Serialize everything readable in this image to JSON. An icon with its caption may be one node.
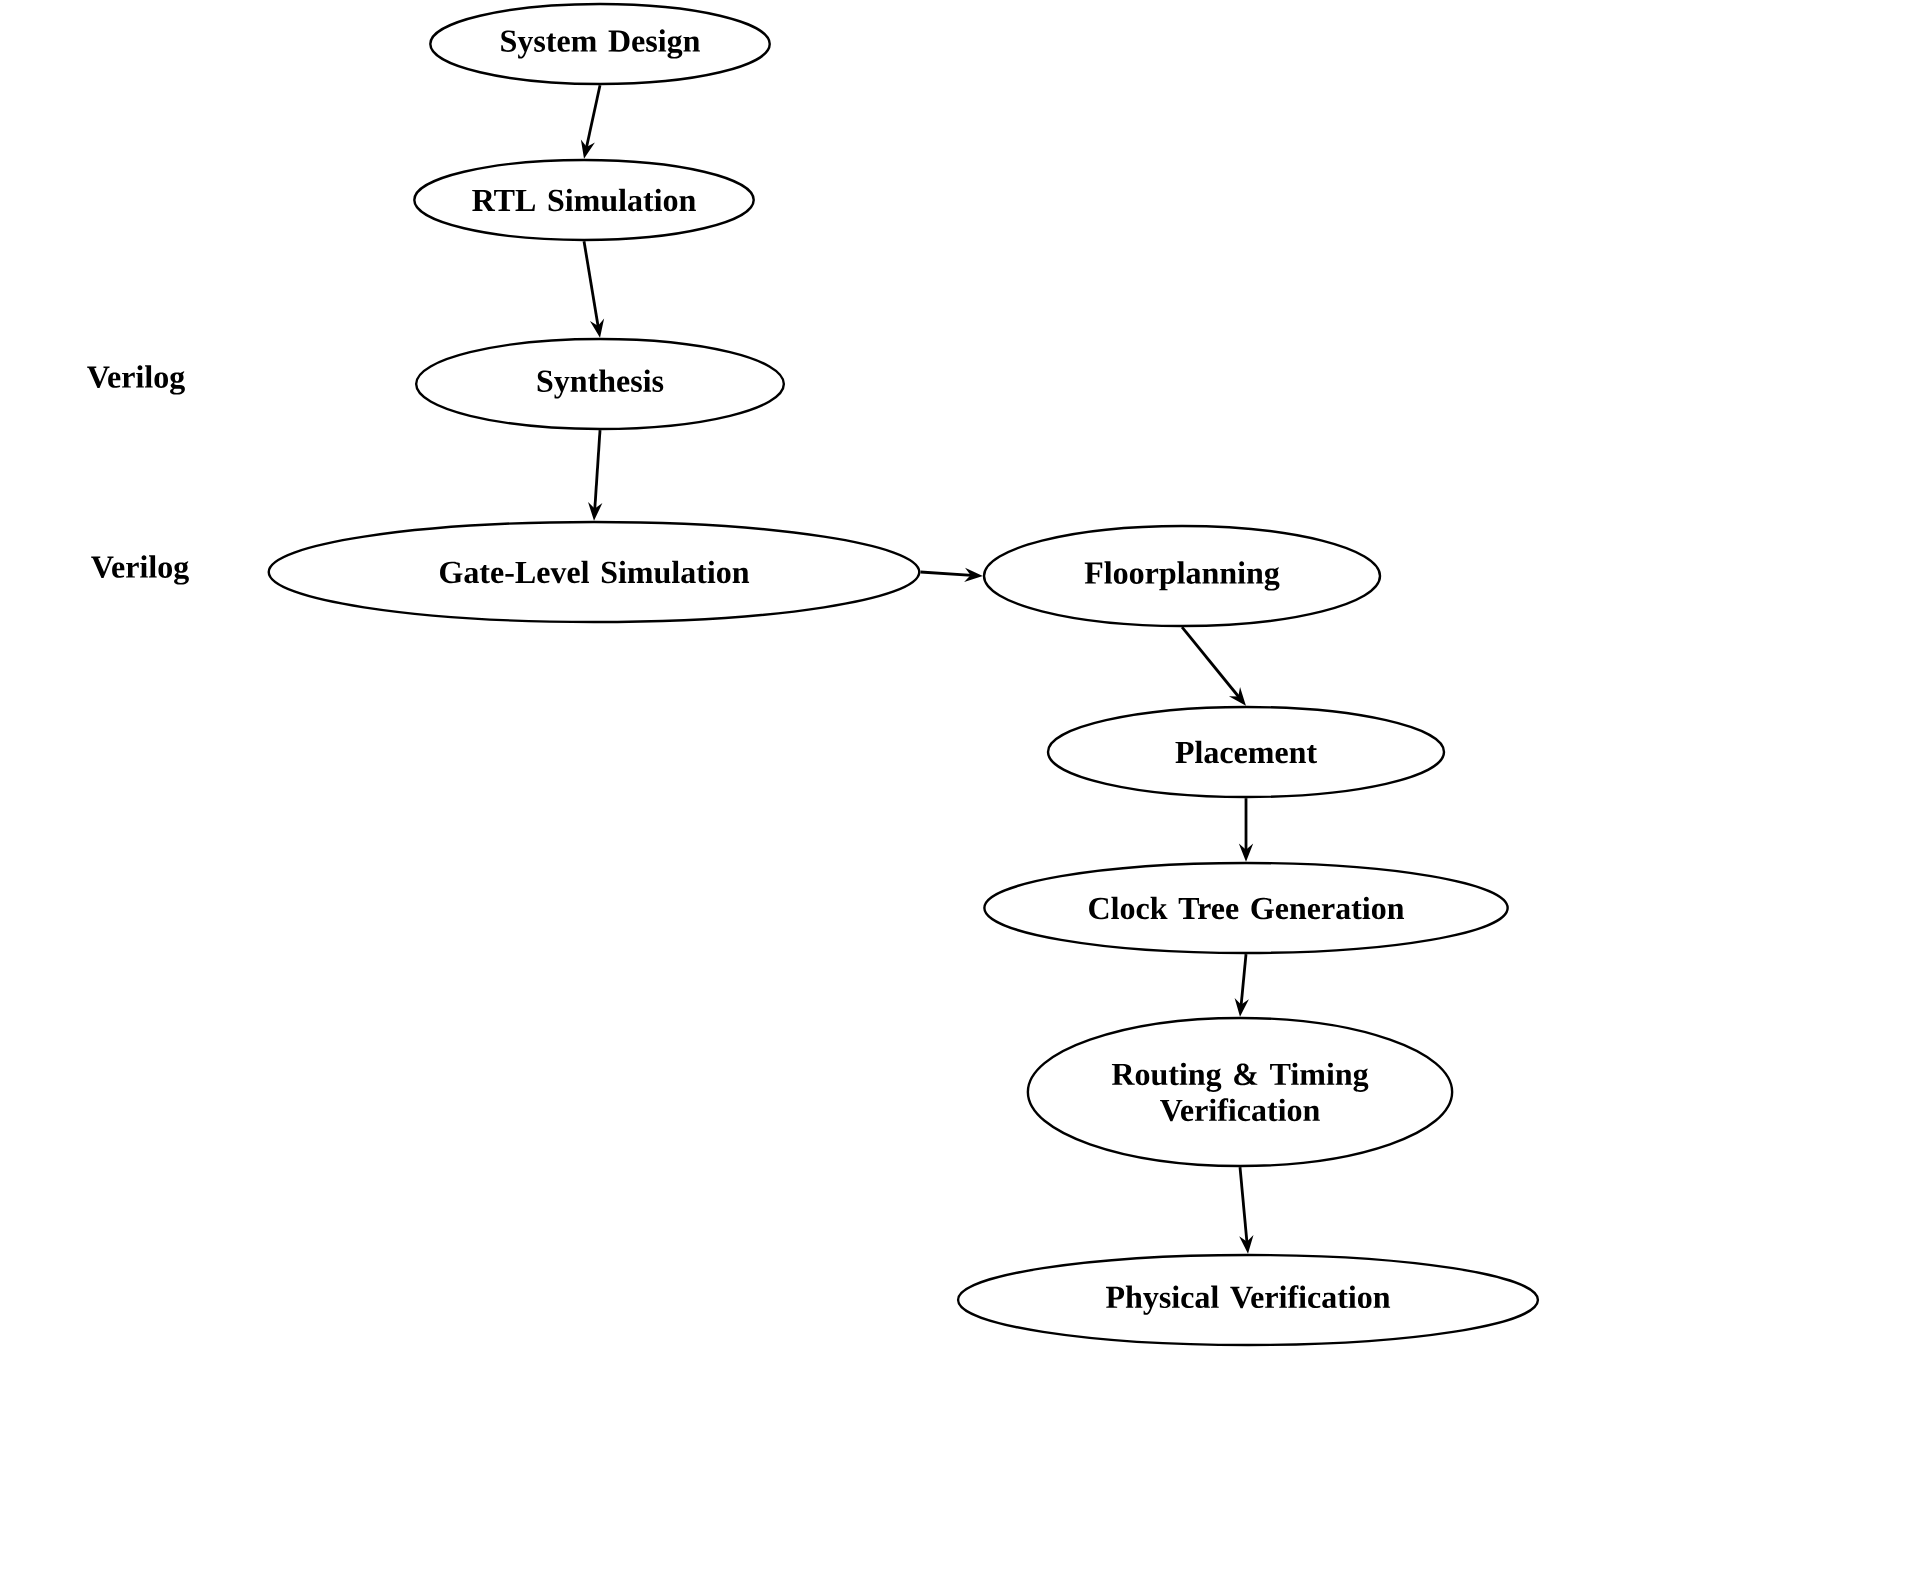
{
  "diagram": {
    "nodes": [
      {
        "text": [
          "System Design"
        ]
      },
      {
        "text": [
          "RTL Simulation"
        ]
      },
      {
        "text": [
          "Synthesis"
        ]
      },
      {
        "text": [
          "Gate-Level Simulation"
        ]
      },
      {
        "text": [
          "Floorplanning"
        ]
      },
      {
        "text": [
          "Placement"
        ]
      },
      {
        "text": [
          "Clock Tree Generation"
        ]
      },
      {
        "text": [
          "Routing & Timing Verification"
        ]
      },
      {
        "text": [
          "Physical Verification"
        ]
      }
    ],
    "edges": [
      {
        "from": 0,
        "to": 1,
        "arrow": "to"
      },
      {
        "from": 1,
        "to": 2,
        "arrow": "to"
      },
      {
        "from": 2,
        "to": 3,
        "arrow": "to"
      },
      {
        "from": 3,
        "to": 4,
        "arrow": "to"
      },
      {
        "from": 4,
        "to": 5,
        "arrow": "to"
      },
      {
        "from": 5,
        "to": 6,
        "arrow": "to"
      },
      {
        "from": 6,
        "to": 7,
        "arrow": "to"
      },
      {
        "from": 7,
        "to": 8,
        "arrow": "to"
      }
    ],
    "labels": [
      "Verilog",
      "Verilog"
    ]
  }
}
